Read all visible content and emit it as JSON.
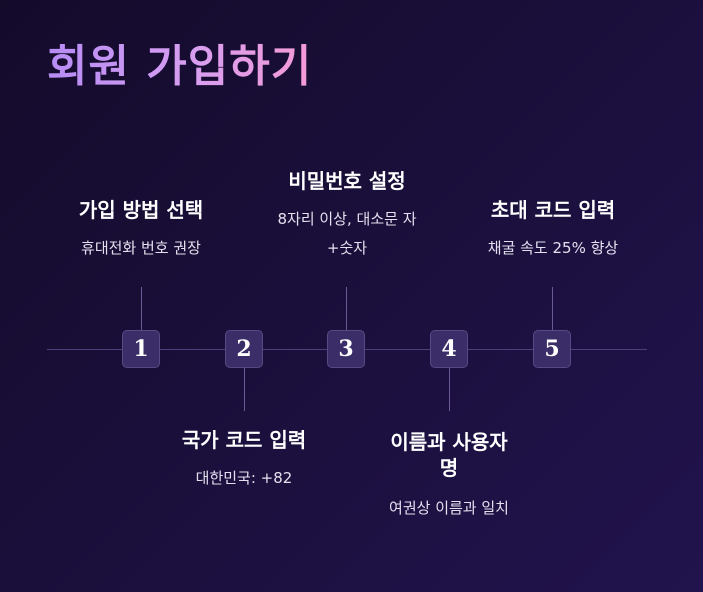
{
  "title": "회원 가입하기",
  "steps": [
    {
      "number": "1",
      "title": "가입 방법 선택",
      "description": "휴대전화 번호 권장"
    },
    {
      "number": "2",
      "title": "국가 코드 입력",
      "description": "대한민국: +82"
    },
    {
      "number": "3",
      "title": "비밀번호 설정",
      "description": "8자리 이상, 대소문 자+숫자"
    },
    {
      "number": "4",
      "title": "이름과 사용자 명",
      "description": "여권상 이름과 일치"
    },
    {
      "number": "5",
      "title": "초대 코드 입력",
      "description": "채굴 속도 25% 향상"
    }
  ],
  "colors": {
    "background_start": "#140b2b",
    "background_end": "#21134d",
    "title_gradient_start": "#b68cf5",
    "title_gradient_end": "#f59ad6",
    "node_fill": "#3b2d68",
    "line": "#4d3f79"
  }
}
